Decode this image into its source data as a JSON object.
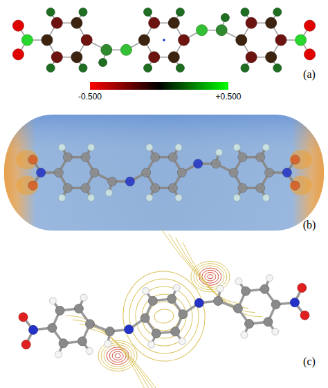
{
  "diagram": {
    "labels": [
      "-0.500",
      "+0.500",
      "(a)",
      "(b)",
      "(c)"
    ]
  }
}
